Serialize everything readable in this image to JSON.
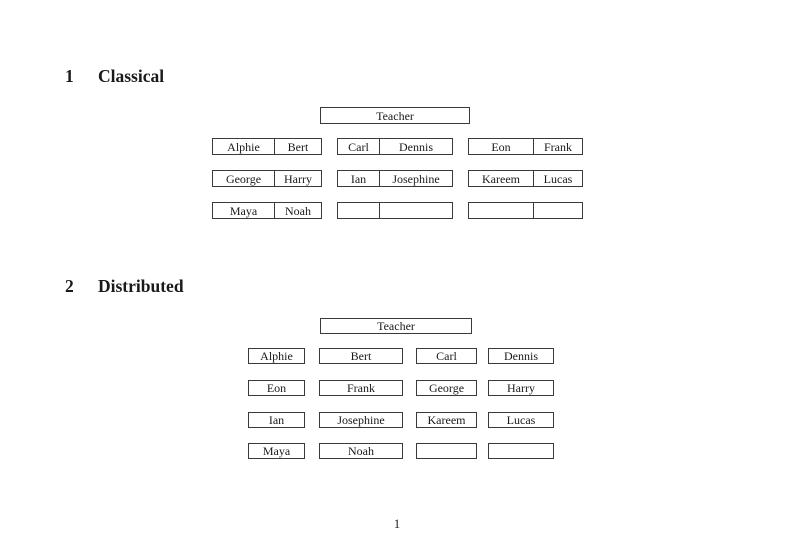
{
  "sections": [
    {
      "number": "1",
      "title": "Classical"
    },
    {
      "number": "2",
      "title": "Distributed"
    }
  ],
  "classical": {
    "teacher_label": "Teacher",
    "rows": [
      [
        [
          "Alphie",
          "Bert"
        ],
        [
          "Carl",
          "Dennis"
        ],
        [
          "Eon",
          "Frank"
        ]
      ],
      [
        [
          "George",
          "Harry"
        ],
        [
          "Ian",
          "Josephine"
        ],
        [
          "Kareem",
          "Lucas"
        ]
      ],
      [
        [
          "Maya",
          "Noah"
        ],
        [
          "",
          ""
        ],
        [
          "",
          ""
        ]
      ]
    ]
  },
  "distributed": {
    "teacher_label": "Teacher",
    "rows": [
      [
        "Alphie",
        "Bert",
        "Carl",
        "Dennis"
      ],
      [
        "Eon",
        "Frank",
        "George",
        "Harry"
      ],
      [
        "Ian",
        "Josephine",
        "Kareem",
        "Lucas"
      ],
      [
        "Maya",
        "Noah",
        "",
        ""
      ]
    ]
  },
  "page": {
    "number": "1"
  }
}
